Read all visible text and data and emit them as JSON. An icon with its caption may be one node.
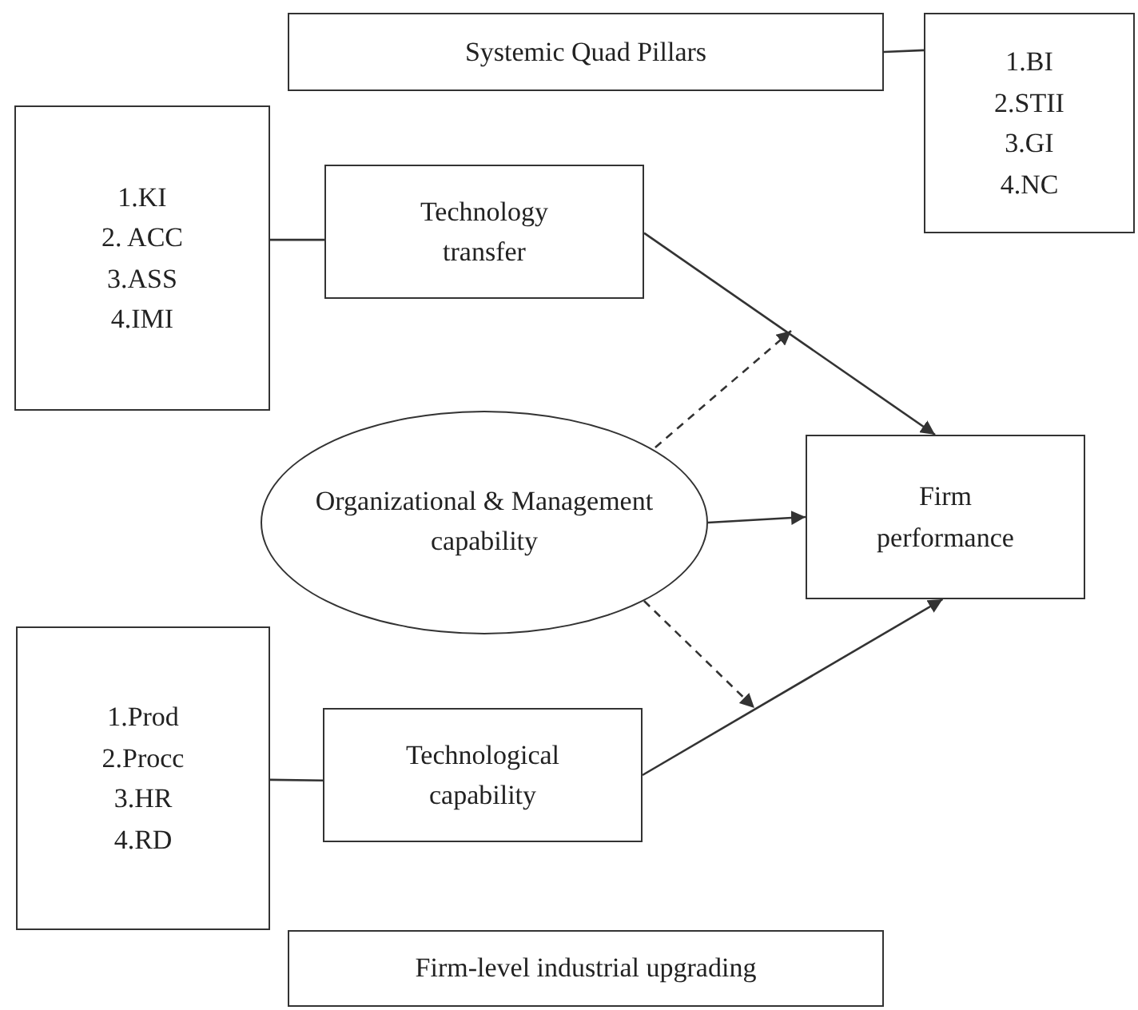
{
  "diagram": {
    "nodes": [
      {
        "text": [
          "Systemic Quad Pillars"
        ]
      },
      {
        "text": [
          "1.BI",
          "2.STII",
          "3.GI",
          "4.NC"
        ]
      },
      {
        "text": [
          "1.KI",
          "2. ACC",
          "3.ASS",
          "4.IMI"
        ]
      },
      {
        "text": [
          "Technology transfer"
        ]
      },
      {
        "text": [
          "Organizational & Management capability"
        ]
      },
      {
        "text": [
          "Firm performance"
        ]
      },
      {
        "text": [
          "1.Prod",
          "2.Procc",
          "3.HR",
          "4.RD"
        ]
      },
      {
        "text": [
          "Technological capability"
        ]
      },
      {
        "text": [
          "Firm-level industrial upgrading"
        ]
      }
    ],
    "edges": [
      {
        "from": 0,
        "to": 1,
        "arrow": "none"
      },
      {
        "from": 2,
        "to": 3,
        "arrow": "none"
      },
      {
        "from": 3,
        "to": 5,
        "arrow": "to"
      },
      {
        "from": 4,
        "to": null,
        "arrow": "to",
        "style": "dashed"
      },
      {
        "from": 4,
        "to": 5,
        "arrow": "to"
      },
      {
        "from": 4,
        "to": null,
        "arrow": "to",
        "style": "dashed"
      },
      {
        "from": 6,
        "to": 7,
        "arrow": "none"
      },
      {
        "from": 7,
        "to": 5,
        "arrow": "to"
      }
    ]
  }
}
